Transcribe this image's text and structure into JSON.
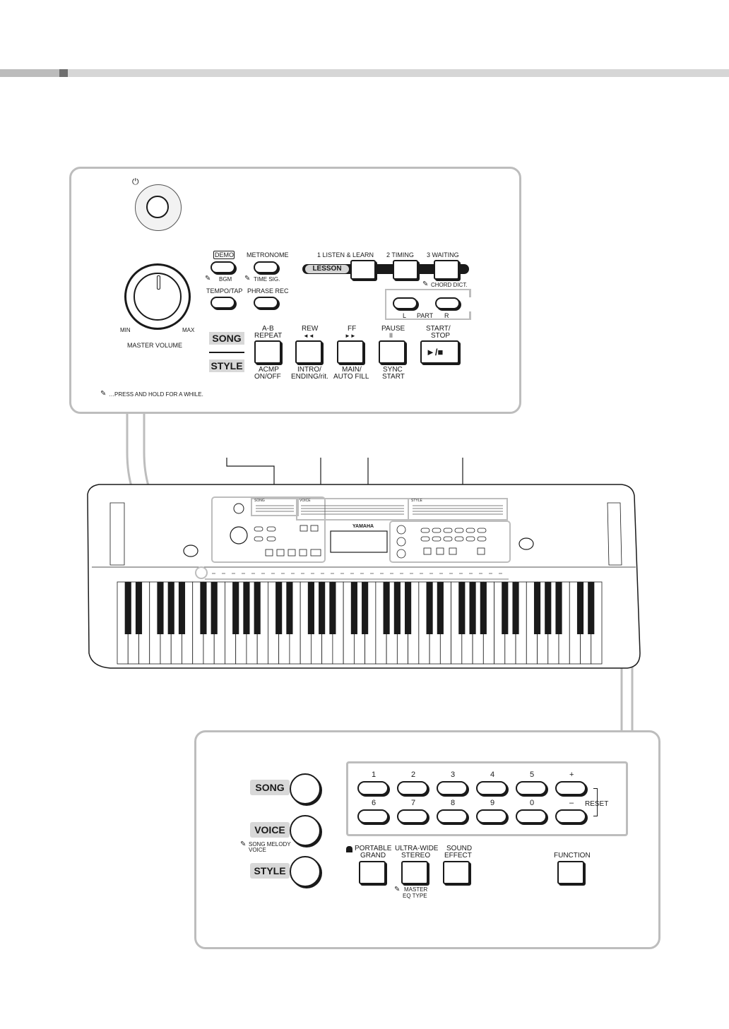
{
  "header_bar": {
    "accent": "#7a7a7a",
    "bar": "#d0d0d0"
  },
  "top_panel": {
    "power_symbol": "⏻",
    "master_volume": {
      "min": "MIN",
      "max": "MAX",
      "label": "MASTER VOLUME"
    },
    "demo": {
      "label": "DEMO",
      "sub": "BGM"
    },
    "metronome": {
      "label": "METRONOME",
      "sub": "TIME SIG."
    },
    "tempo": {
      "label": "TEMPO/TAP"
    },
    "phrase_rec": {
      "label": "PHRASE REC"
    },
    "lesson": {
      "tag": "LESSON",
      "buttons": [
        {
          "label": "1 LISTEN & LEARN"
        },
        {
          "label": "2 TIMING"
        },
        {
          "label": "3 WAITING",
          "sub": "CHORD DICT."
        }
      ]
    },
    "part": {
      "l": "L",
      "part": "PART",
      "r": "R"
    },
    "song_tag": "SONG",
    "style_tag": "STYLE",
    "transport": [
      {
        "top1": "A-B",
        "top2": "REPEAT",
        "bottom1": "ACMP",
        "bottom2": "ON/OFF"
      },
      {
        "top1": "REW",
        "top2": "◄◄",
        "bottom1": "INTRO/",
        "bottom2": "ENDING/rit."
      },
      {
        "top1": "FF",
        "top2": "►►",
        "bottom1": "MAIN/",
        "bottom2": "AUTO FILL"
      },
      {
        "top1": "PAUSE",
        "top2": "II",
        "bottom1": "SYNC",
        "bottom2": "START"
      },
      {
        "top1": "START/",
        "top2": "STOP",
        "glyph": "►/■"
      }
    ],
    "note": "…PRESS AND HOLD FOR A WHILE."
  },
  "keyboard": {
    "brand": "YAMAHA",
    "list_titles": {
      "song": "SONG",
      "voice": "VOICE",
      "style": "STYLE"
    },
    "white_keys": 45
  },
  "bottom_panel": {
    "song": "SONG",
    "voice": "VOICE",
    "voice_sub1": "SONG MELODY",
    "voice_sub2": "VOICE",
    "style": "STYLE",
    "numbers_row1": [
      "1",
      "2",
      "3",
      "4",
      "5",
      "+"
    ],
    "numbers_row2": [
      "6",
      "7",
      "8",
      "9",
      "0",
      "–"
    ],
    "reset": "RESET",
    "portable_grand": {
      "l1": "PORTABLE",
      "l2": "GRAND"
    },
    "ultra_wide": {
      "l1": "ULTRA-WIDE",
      "l2": "STEREO",
      "sub1": "MASTER",
      "sub2": "EQ TYPE"
    },
    "sound_effect": {
      "l1": "SOUND",
      "l2": "EFFECT"
    },
    "function": "FUNCTION"
  }
}
